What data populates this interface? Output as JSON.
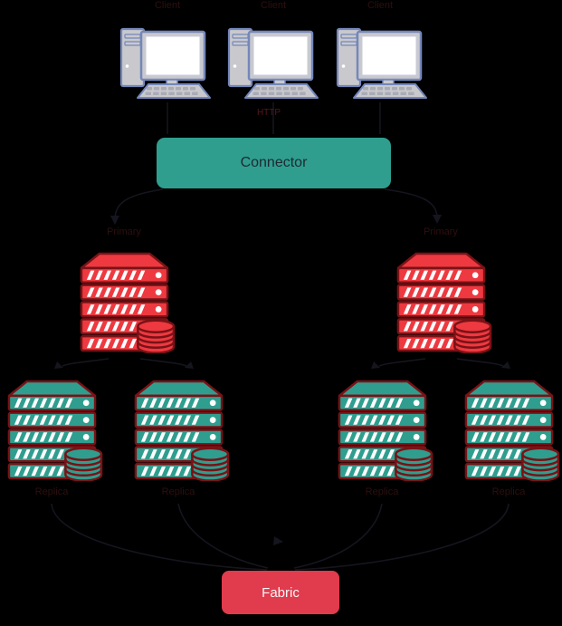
{
  "diagram": {
    "type": "architecture-diagram",
    "nodes": {
      "clients": [
        {
          "label": "Client"
        },
        {
          "label": "Client"
        },
        {
          "label": "Client"
        }
      ],
      "link_label": "HTTP",
      "connector": {
        "label": "Connector"
      },
      "primaries": [
        {
          "label": "Primary"
        },
        {
          "label": "Primary"
        }
      ],
      "replicas": [
        {
          "label": "Replica"
        },
        {
          "label": "Replica"
        },
        {
          "label": "Replica"
        },
        {
          "label": "Replica"
        }
      ],
      "fabric": {
        "label": "Fabric"
      }
    }
  },
  "colors": {
    "background": "#000000",
    "connector_fill": "#2f9e8f",
    "connector_text": "#1f2a31",
    "fabric_fill": "#e13b4e",
    "fabric_text": "#f8f8f8",
    "server_red": "#ee3940",
    "server_teal": "#2f9e8f",
    "server_stroke": "#7a1216",
    "computer_body": "#c9c9cd",
    "computer_stroke": "#7487bb",
    "label_dim": "#2e0f10",
    "label_link": "#54181d",
    "line": "#15151f"
  }
}
